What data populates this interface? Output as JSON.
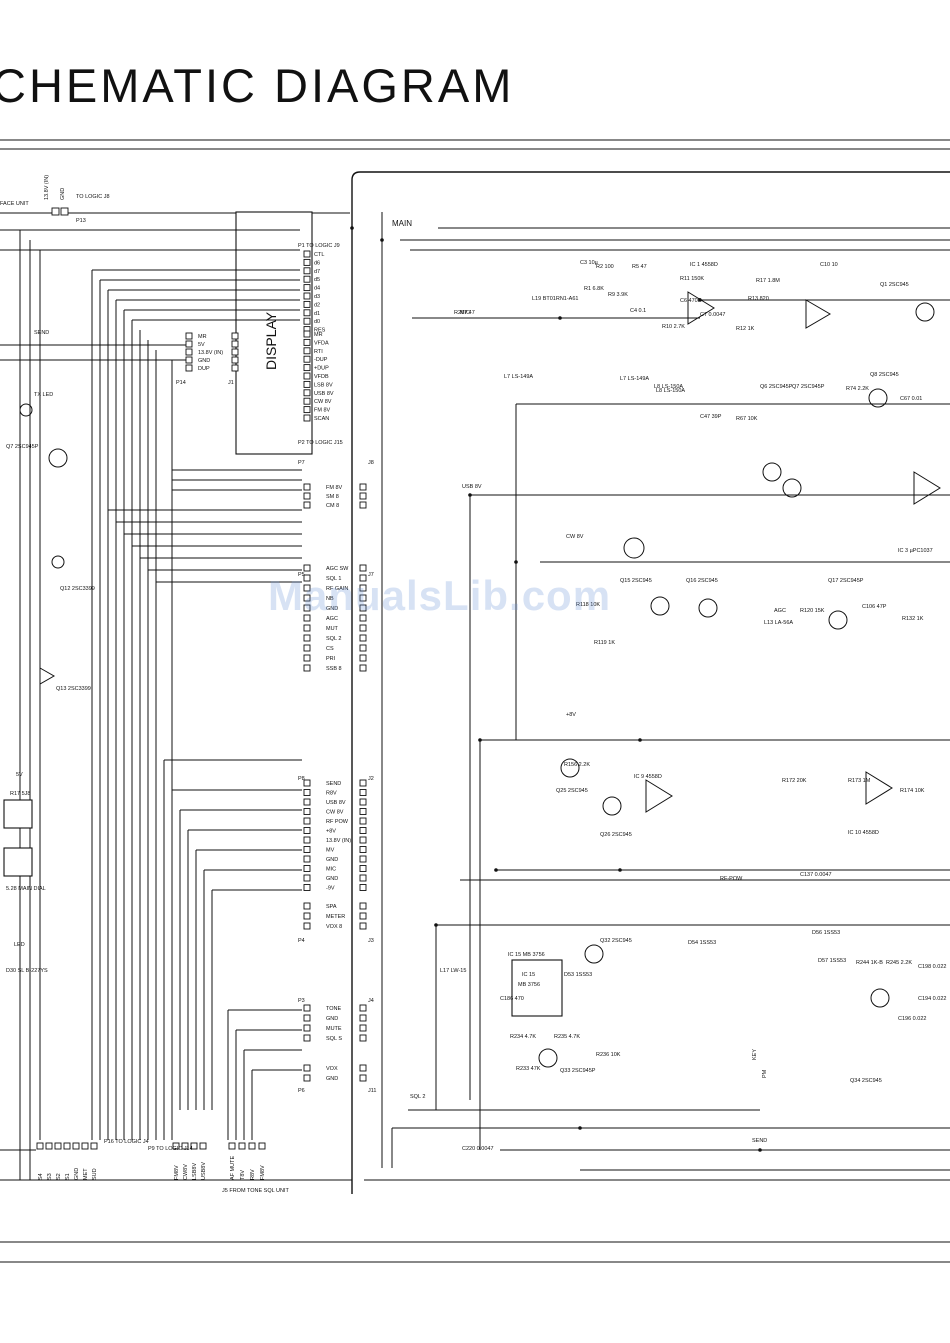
{
  "title": "CHEMATIC  DIAGRAM",
  "watermark": "ManualsLib.com",
  "sections": {
    "main": "MAIN",
    "display": "DISPLAY"
  },
  "top_labels": {
    "face_unit": "FACE UNIT",
    "supply": "13.8V (IN)",
    "gnd": "GND",
    "to_logic_j8": "TO LOGIC J8",
    "p13": "P13",
    "mic": "MIC",
    "send": "SEND",
    "tx_led": "TX LED",
    "usb8v": "USB 8V",
    "cw8v": "CW 8V",
    "plus8v": "+8V",
    "agc": "AGC",
    "rf_pow": "RF-POW",
    "sql2": "SQL 2",
    "send_bottom": "SEND",
    "key": "KEY",
    "pm": "PM"
  },
  "display_connector": {
    "p1": "P1 TO LOGIC J9",
    "pins": [
      "CTL",
      "d6",
      "d7",
      "d5",
      "d4",
      "d3",
      "d2",
      "d1",
      "d0",
      "RES"
    ]
  },
  "display_connector_2": {
    "p2": "P2 TO LOGIC J15",
    "pins": [
      "MR",
      "VFDA",
      "RTI",
      "-DUP",
      "+DUP",
      "VFDB",
      "LSB 8V",
      "USB 8V",
      "CW 8V",
      "FM 8V",
      "SCAN"
    ]
  },
  "p14_pins": [
    "MR",
    "5V",
    "13.8V (IN)",
    "GND",
    "DUP"
  ],
  "j7_pins": [
    "FM 8V",
    "SM 8",
    "CM 8"
  ],
  "j6_pins": [
    "AGC SW",
    "SQL 1",
    "RF GAIN",
    "NB",
    "GND",
    "AGC",
    "MUT",
    "SQL 2",
    "CS",
    "PRI",
    "SSB 8"
  ],
  "j2_pins": [
    "SEND",
    "R8V",
    "USB 8V",
    "CW 8V",
    "RF POW",
    "+8V",
    "13.8V (IN)",
    "MV",
    "GND",
    "MIC",
    "GND",
    "-9V"
  ],
  "j3_pins": [
    "SPA",
    "METER",
    "VOX 8"
  ],
  "j4_pins": [
    "TONE",
    "GND",
    "MUTE",
    "SQL S"
  ],
  "j11_pins": [
    "VOX",
    "GND"
  ],
  "bottom_connectors": {
    "p16": "P16 TO LOGIC J4",
    "p16_pins": [
      "S4",
      "S3",
      "S2",
      "S1",
      "GND",
      "MET",
      "SUD"
    ],
    "p9": "P9 TO LOGIC J14",
    "p9_pins": [
      "FM8V",
      "CW8V",
      "LSB8V",
      "USB8V"
    ],
    "j5": "J5 FROM TONE SQL UNIT",
    "j5_pins": [
      "AF MUTE",
      "T8V",
      "R8V",
      "FM8V"
    ]
  },
  "ics": [
    {
      "id": "ic1",
      "label": "IC 1  4558D"
    },
    {
      "id": "ic3",
      "label": "IC 3  µPC1037"
    },
    {
      "id": "ic9",
      "label": "IC 9  4558D"
    },
    {
      "id": "ic10",
      "label": "IC 10  4558D"
    },
    {
      "id": "ic15",
      "label": "IC 15  MB 3756"
    }
  ],
  "transistors": [
    "Q1  2SC945",
    "Q6  2SC945P",
    "Q7  2SC945P",
    "Q8  2SC945",
    "Q12  2SC3399",
    "Q13  2SC3399",
    "Q15  2SC945",
    "Q16  2SC945",
    "Q17  2SC945P",
    "Q25  2SC945",
    "Q26  2SC945",
    "Q32  2SC945",
    "Q33  2SC945P",
    "Q34  2SC945"
  ],
  "components": [
    "R2 100",
    "R5 47",
    "C3 10µ",
    "R11 150K",
    "R17 1.8M",
    "C10 10",
    "R1 6.8K",
    "R9 3.9K",
    "C6 470P",
    "R13 820",
    "L19 BT01RN1-A61",
    "R267 47",
    "C4 0.1",
    "C7 0.0047",
    "R10 2.7K",
    "R12 1K",
    "L7 LS-149A",
    "L8 LS-150A",
    "C47 39P",
    "R67 10K",
    "R74 2.2K",
    "C67 0.01",
    "R118 10K",
    "R119 1K",
    "R120 15K",
    "C106 47P",
    "L13 LA-56A",
    "R132 1K",
    "R156 2.2K",
    "R172 20K",
    "R173 1M",
    "R174 10K",
    "C137 0.0047",
    "L17 LW-15",
    "C186 470",
    "C220 0.0047",
    "D54 1SS53",
    "D56 1SS53",
    "D53 1SS53",
    "D57 1SS53",
    "R234 4.7K",
    "R235 4.7K",
    "R236 10K",
    "R233 47K",
    "R244 1K-B",
    "R245 2.2K",
    "C198 0.022",
    "C196 0.022",
    "C194 0.022"
  ]
}
